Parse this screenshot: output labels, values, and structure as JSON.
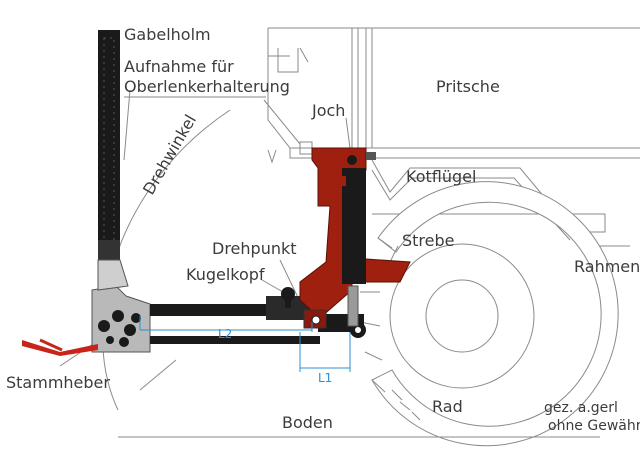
{
  "labels": {
    "gabelholm": "Gabelholm",
    "aufnahme_1": "Aufnahme für",
    "aufnahme_2": "Oberlenkerhalterung",
    "pritsche": "Pritsche",
    "joch": "Joch",
    "drehwinkel": "Drehwinkel",
    "kotfluegel": "Kotflügel",
    "strebe": "Strebe",
    "drehpunkt": "Drehpunkt",
    "kugelkopf": "Kugelkopf",
    "rahmen": "Rahmen",
    "l2": "L2",
    "l1": "L1",
    "stammheber": "Stammheber",
    "boden": "Boden",
    "rad": "Rad",
    "signature_1": "gez. a.gerl",
    "signature_2": "ohne Gewähr"
  },
  "colors": {
    "line": "#8a8a8a",
    "steel": "#1a1a1a",
    "plate": "#b9b9b9",
    "red_part": "#a0200f",
    "dimension": "#2a8fd0"
  }
}
